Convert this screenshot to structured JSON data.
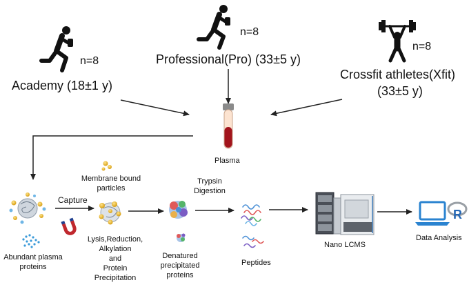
{
  "groups": {
    "academy": {
      "label": "Academy (18±1 y)",
      "n": "n=8",
      "icon": "runner-icon"
    },
    "pro": {
      "label": "Professional(Pro) (33±5 y)",
      "n": "n=8",
      "icon": "runner-icon"
    },
    "xfit": {
      "label_line1": "Crossfit athletes(Xfit)",
      "label_line2": "(33±5 y)",
      "n": "n=8",
      "icon": "weightlifter-icon"
    }
  },
  "plasma": {
    "label": "Plasma",
    "icon": "blood-tube-icon"
  },
  "workflow": {
    "abundant": {
      "label": "Abundant plasma proteins",
      "icon": "protein-particle-icon"
    },
    "capture": {
      "label": "Capture",
      "icon": "magnet-icon"
    },
    "membrane": {
      "label": "Membrane bound particles",
      "icon": "nanoparticle-icon"
    },
    "lysis": {
      "label_lines": [
        "Lysis,Reduction,",
        "Alkylation",
        "and",
        "Protein",
        "Precipitation"
      ]
    },
    "denatured": {
      "label_lines": [
        "Denatured",
        "precipitated",
        "proteins"
      ],
      "icon": "denatured-protein-icon"
    },
    "trypsin": {
      "label_lines": [
        "Trypsin",
        "Digestion"
      ]
    },
    "peptides": {
      "label": "Peptides",
      "icon": "peptide-icon"
    },
    "lcms": {
      "label": "Nano LCMS",
      "icon": "mass-spectrometer-icon"
    },
    "analysis": {
      "label": "Data Analysis",
      "icon": "laptop-icon"
    }
  },
  "colors": {
    "arrow": "#222222",
    "blood": "#a2141c",
    "magnet_red": "#c0282e",
    "laptop": "#2a83d0",
    "r_blue": "#2467b5"
  }
}
